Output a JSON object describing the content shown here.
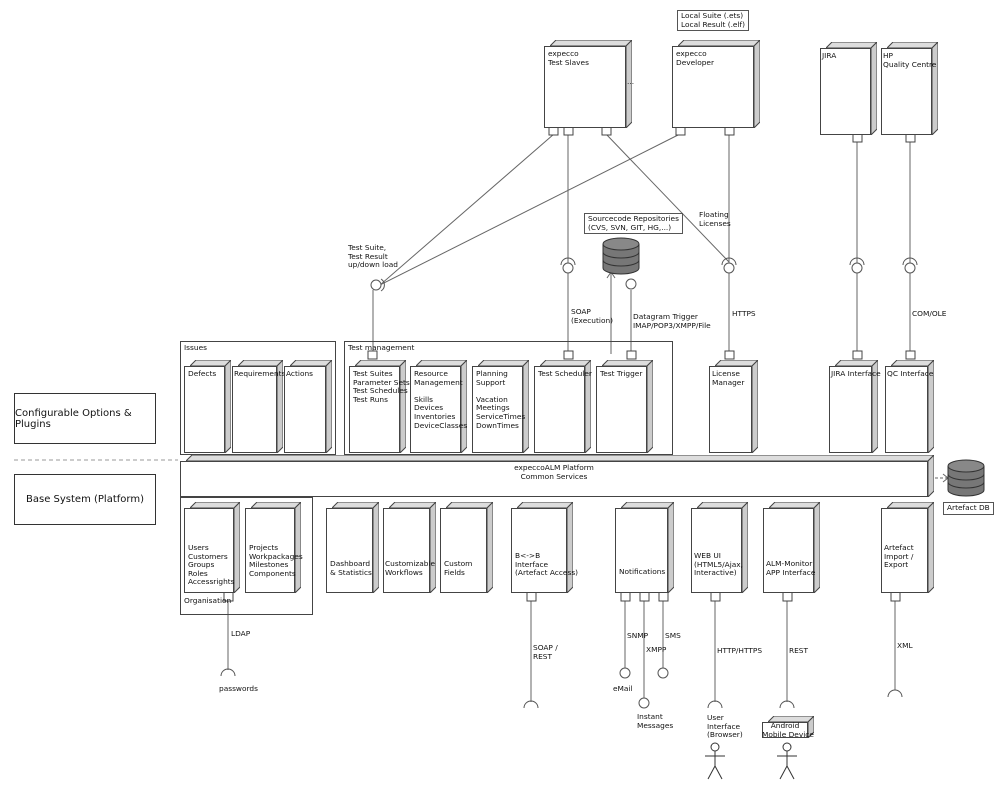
{
  "legend": {
    "configurable": "Configurable Options & Plugins",
    "base": "Base System (Platform)"
  },
  "top_nodes": {
    "test_slaves": "expecco\nTest Slaves",
    "ellipsis": "...",
    "developer": "expecco\nDeveloper",
    "developer_note": "Local Suite (.ets)\nLocal Result (.elf)",
    "jira": "JIRA",
    "hp_qc": "HP\nQuality Centre"
  },
  "connections": {
    "test_suite_updown": "Test Suite,\nTest Result\nup/down load",
    "soap_execution": "SOAP\n(Execution)",
    "datagram_trigger": "Datagram Trigger\nIMAP/POP3/XMPP/File",
    "floating_licenses": "Floating\nLicenses",
    "https": "HTTPS",
    "com_ole": "COM/OLE",
    "sourcecode_repos": "Sourcecode Repositories\n(CVS, SVN, GIT, HG,...)"
  },
  "issues": {
    "title": "Issues",
    "items": [
      "Defects",
      "Requirements",
      "Actions"
    ]
  },
  "test_management": {
    "title": "Test management",
    "items": [
      "Test Suites\nParameter Sets\nTest Schedules\nTest Runs",
      "Resource\nManagement\n\nSkills\nDevices\nInventories\nDeviceClasses",
      "Planning\nSupport\n\nVacation\nMeetings\nServiceTimes\nDownTimes",
      "Test Scheduler",
      "Test Trigger"
    ]
  },
  "plugins": {
    "license_manager": "License\nManager",
    "jira_interface": "JIRA Interface",
    "qc_interface": "QC Interface"
  },
  "platform": {
    "title": "expeccoALM Platform\nCommon Services",
    "db": "Artefact DB"
  },
  "organisation": {
    "title": "Organisation",
    "items": [
      "Users\nCustomers\nGroups\nRoles\nAccessrights",
      "Projects\nWorkpackages\nMilestones\nComponents"
    ]
  },
  "base_nodes": {
    "dashboard": "Dashboard\n& Statistics",
    "workflows": "Customizable\nWorkflows",
    "custom_fields": "Custom\nFields",
    "b2b": "B<->B\nInterface\n(Artefact Access)",
    "notifications": "Notifications",
    "web_ui": "WEB UI\n(HTML5/Ajax,\nInteractive)",
    "alm_monitor": "ALM-Monitor\nAPP Interface",
    "import_export": "Artefact\nImport /\nExport"
  },
  "bottom": {
    "ldap": "LDAP",
    "passwords": "passwords",
    "soap_rest": "SOAP /\nREST",
    "snmp": "SNMP",
    "xmpp": "XMPP",
    "sms": "SMS",
    "email": "eMail",
    "instant_messages": "Instant\nMessages",
    "http_https": "HTTP/HTTPS",
    "user_interface": "User\nInterface\n(Browser)",
    "rest": "REST",
    "android": "Android\nMobile Device",
    "xml": "XML"
  }
}
